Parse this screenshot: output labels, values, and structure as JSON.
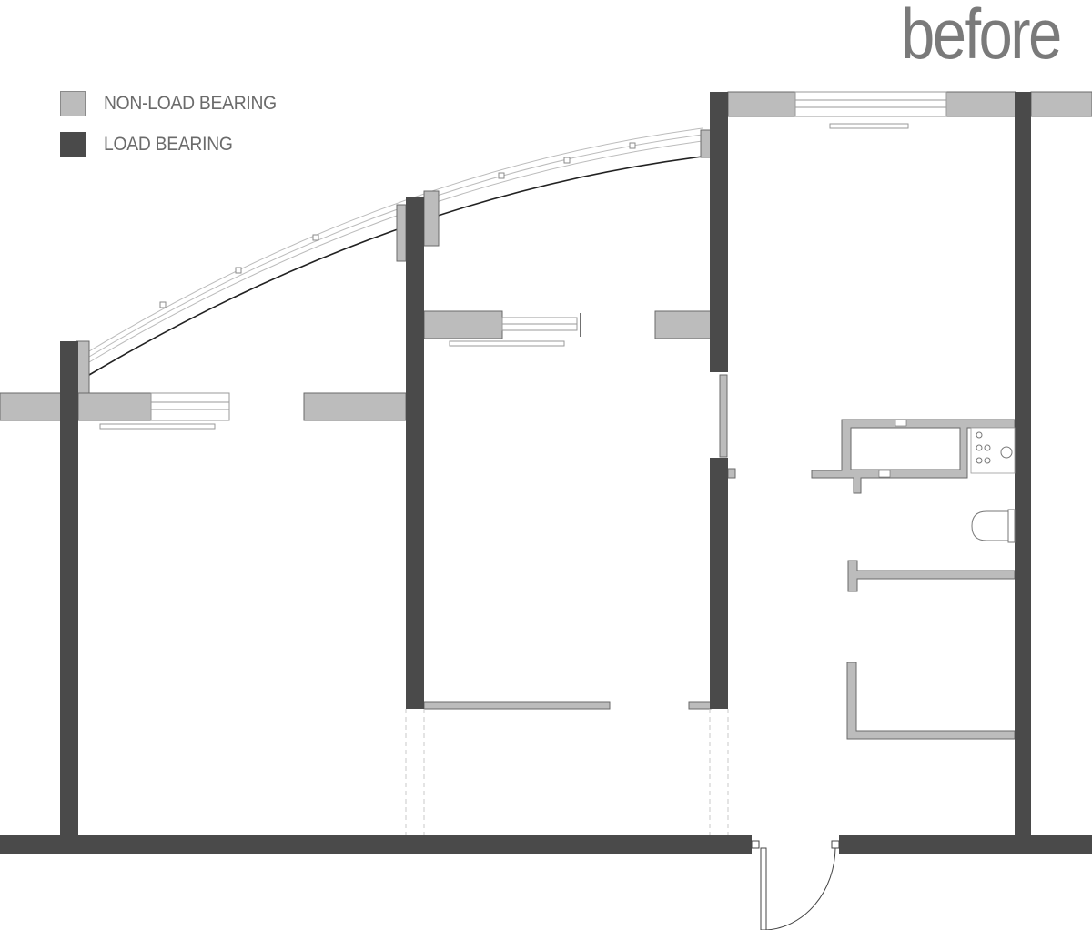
{
  "title": "before",
  "legend": [
    {
      "label": "NON-LOAD BEARING",
      "color": "#bcbcbc"
    },
    {
      "label": "LOAD BEARING",
      "color": "#4a4a4a"
    }
  ],
  "colors": {
    "load_bearing": "#4a4a4a",
    "non_load_bearing": "#bcbcbc",
    "title_text": "#7a7a7a",
    "legend_text": "#6b6b6b"
  }
}
